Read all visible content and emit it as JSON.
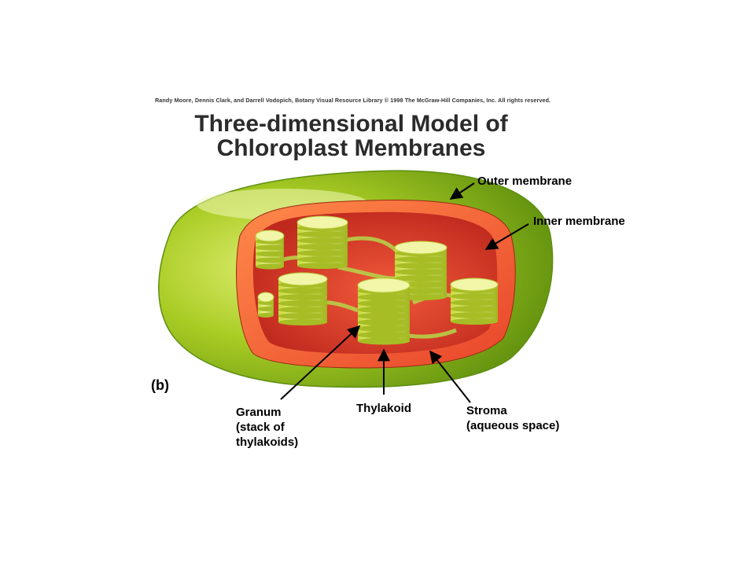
{
  "credit": "Randy Moore, Dennis Clark, and Darrell Vodopich, Botany Visual Resource Library © 1998 The McGraw-Hill Companies, Inc. All rights reserved.",
  "title": {
    "line1": "Three-dimensional Model of",
    "line2": "Chloroplast Membranes"
  },
  "figure_label": "(b)",
  "labels": {
    "outer_membrane": "Outer membrane",
    "inner_membrane": "Inner membrane",
    "granum_line1": "Granum",
    "granum_line2": "(stack of",
    "granum_line3": "thylakoids)",
    "thylakoid": "Thylakoid",
    "stroma_line1": "Stroma",
    "stroma_line2": "(aqueous space)"
  },
  "colors": {
    "outer_green": "#9cc31c",
    "inner_orange": "#f0572b",
    "stroma_red": "#e0462a",
    "thylakoid_yellow": "#d3e250"
  }
}
